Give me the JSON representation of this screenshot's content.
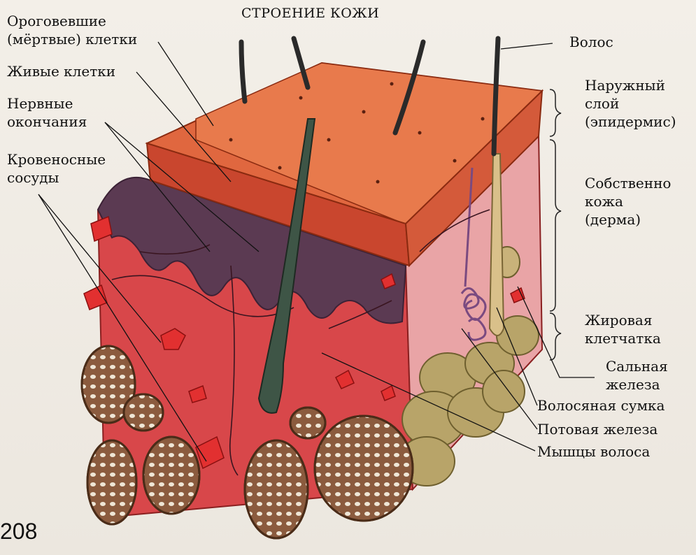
{
  "title": "СТРОЕНИЕ КОЖИ",
  "page_number": "208",
  "labels": {
    "dead_cells_line1": "Ороговевшие",
    "dead_cells_line2": "(мёртвые) клетки",
    "live_cells": "Живые клетки",
    "nerves_line1": "Нервные",
    "nerves_line2": "окончания",
    "vessels_line1": "Кровеносные",
    "vessels_line2": "сосуды",
    "hair": "Волос",
    "epidermis_line1": "Наружный",
    "epidermis_line2": "слой",
    "epidermis_line3": "(эпидермис)",
    "dermis_line1": "Собственно",
    "dermis_line2": "кожа",
    "dermis_line3": "(дерма)",
    "fat_line1": "Жировая",
    "fat_line2": "клетчатка",
    "sebaceous_line1": "Сальная",
    "sebaceous_line2": "железа",
    "follicle": "Волосяная сумка",
    "sweat_gland": "Потовая железа",
    "hair_muscle": "Мышцы волоса"
  },
  "colors": {
    "epidermis_top": "#e0673f",
    "epidermis_front": "#c9462e",
    "dermis": "#d8474a",
    "dermis_side": "#e9a4a6",
    "papillary_layer": "#5b3a52",
    "fat": "#b8a469",
    "muscle_bundle": "#8b5b3e",
    "hair": "#3e5546"
  }
}
